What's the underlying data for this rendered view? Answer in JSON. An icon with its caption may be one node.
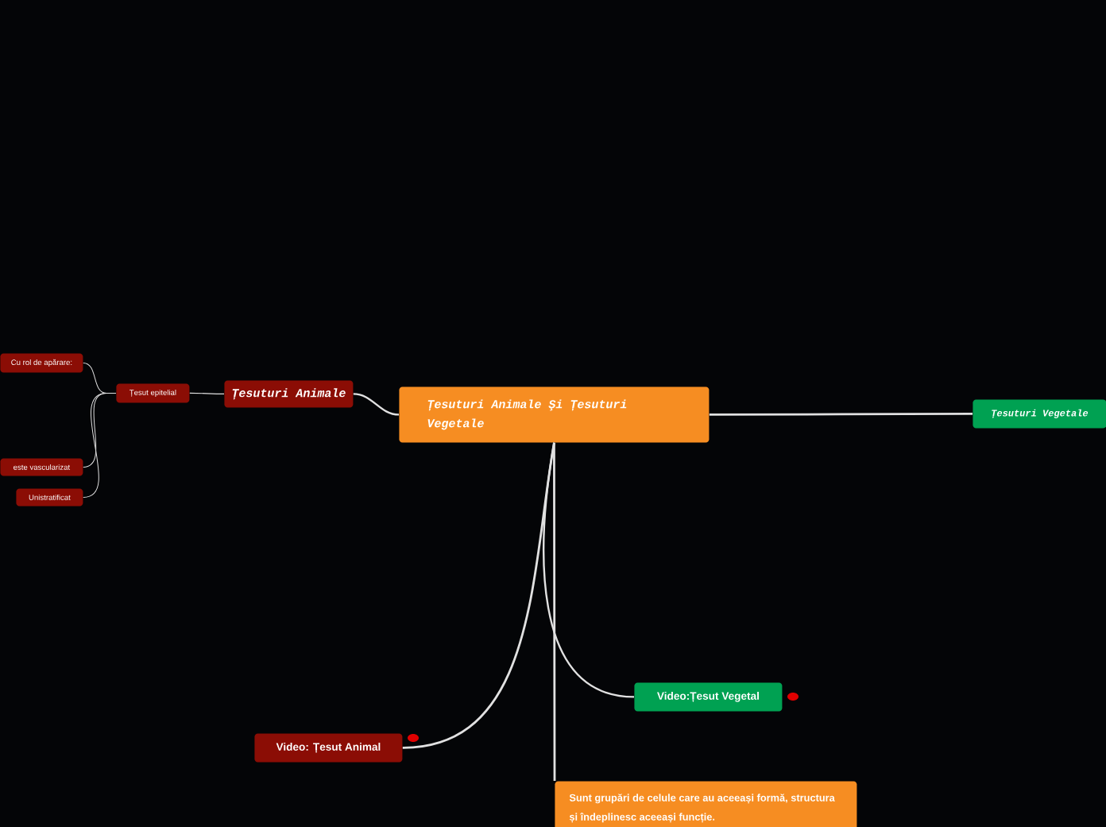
{
  "diagram": {
    "nodes": [
      {
        "text": [
          "Țesuturi Animale Şi Țesuturi Vegetale"
        ]
      },
      {
        "text": [
          "Țesuturi Animale"
        ]
      },
      {
        "text": [
          "Țesut epitelial"
        ]
      },
      {
        "text": [
          "Cu rol de apărare:"
        ]
      },
      {
        "text": [
          "este vascularizat"
        ]
      },
      {
        "text": [
          "Unistratificat"
        ]
      },
      {
        "text": [
          "Țesuturi Vegetale"
        ]
      },
      {
        "text": [
          "Video:Țesut Vegetal"
        ]
      },
      {
        "text": [
          "Video: Țesut Animal"
        ]
      },
      {
        "text": [
          "Sunt grupări de celule care au aceeași formă, structura și îndeplinesc aceeași funcție."
        ]
      }
    ],
    "edges": [
      {
        "from": 0,
        "to": 1,
        "arrow": "none"
      },
      {
        "from": 1,
        "to": 2,
        "arrow": "none"
      },
      {
        "from": 2,
        "to": 3,
        "arrow": "none"
      },
      {
        "from": 2,
        "to": 4,
        "arrow": "none"
      },
      {
        "from": 2,
        "to": 5,
        "arrow": "none"
      },
      {
        "from": 0,
        "to": 6,
        "arrow": "none"
      },
      {
        "from": 0,
        "to": 7,
        "arrow": "none"
      },
      {
        "from": 0,
        "to": 8,
        "arrow": "none"
      },
      {
        "from": 0,
        "to": 9,
        "arrow": "none"
      }
    ]
  }
}
